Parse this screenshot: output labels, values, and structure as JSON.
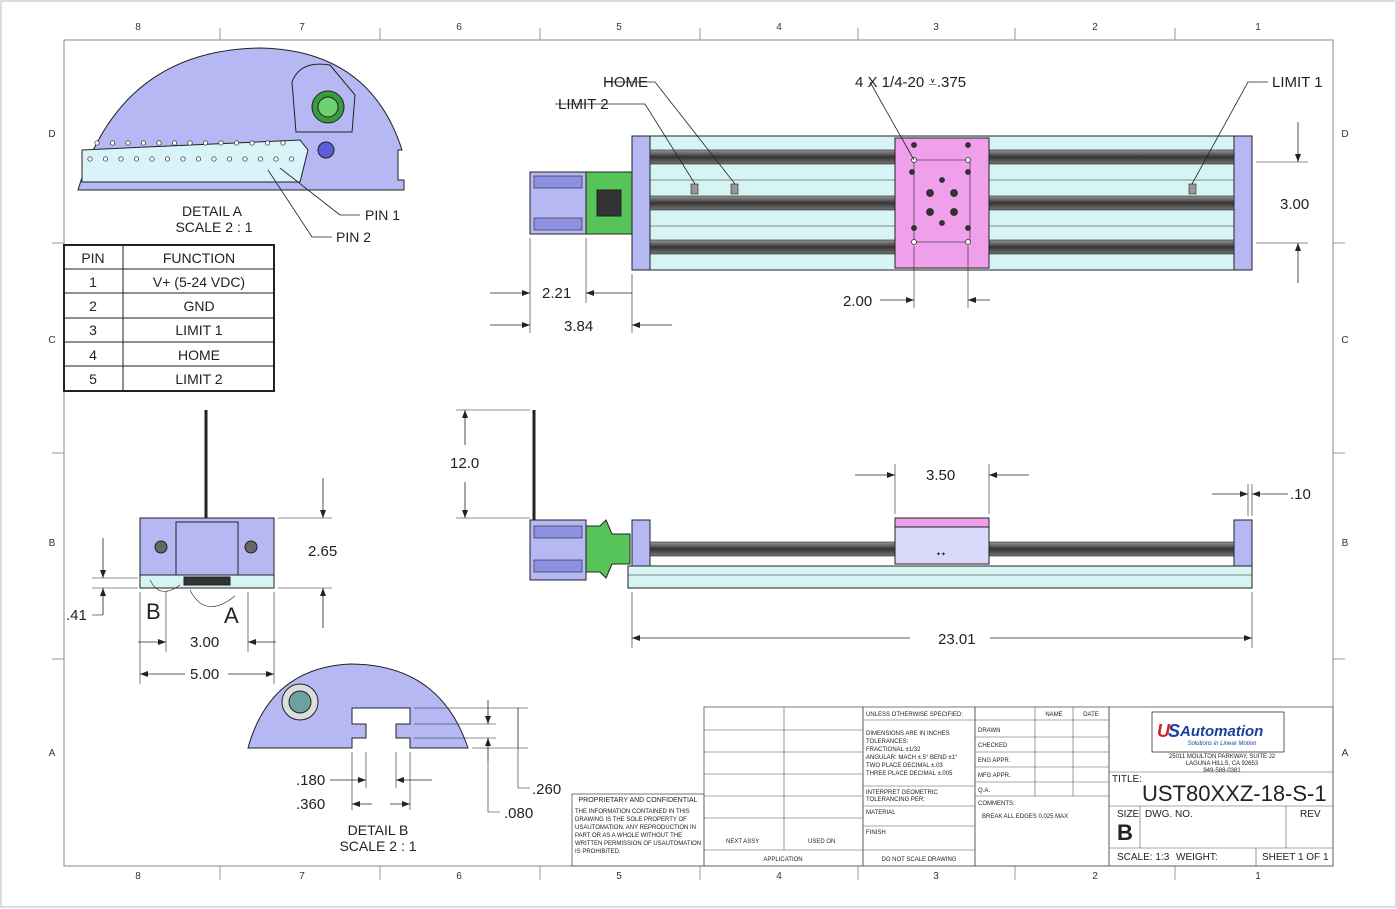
{
  "border": {
    "top_zones": [
      "8",
      "7",
      "6",
      "5",
      "4",
      "3",
      "2",
      "1"
    ],
    "bottom_zones": [
      "8",
      "7",
      "6",
      "5",
      "4",
      "3",
      "2",
      "1"
    ],
    "side_zones": [
      "D",
      "C",
      "B",
      "A"
    ]
  },
  "detail_a": {
    "title": "DETAIL A",
    "scale": "SCALE 2 : 1",
    "pin1": "PIN 1",
    "pin2": "PIN 2"
  },
  "detail_b": {
    "title": "DETAIL B",
    "scale": "SCALE 2 : 1"
  },
  "pin_table": {
    "headers": [
      "PIN",
      "FUNCTION"
    ],
    "rows": [
      [
        "1",
        "V+ (5-24 VDC)"
      ],
      [
        "2",
        "GND"
      ],
      [
        "3",
        "LIMIT 1"
      ],
      [
        "4",
        "HOME"
      ],
      [
        "5",
        "LIMIT 2"
      ]
    ]
  },
  "top_view": {
    "home": "HOME",
    "limit2": "LIMIT 2",
    "limit1": "LIMIT 1",
    "hole_callout": "4 X 1/4-20 ⩡.375",
    "dim_300": "3.00",
    "dim_221": "2.21",
    "dim_384": "3.84",
    "dim_200": "2.00"
  },
  "side_view": {
    "dim_120": "12.0",
    "dim_350": "3.50",
    "dim_010": ".10",
    "dim_2301": "23.01"
  },
  "end_view": {
    "dim_265": "2.65",
    "dim_041": ".41",
    "dim_300": "3.00",
    "dim_500": "5.00",
    "label_b": "B",
    "label_a": "A"
  },
  "detail_b_dims": {
    "d180": ".180",
    "d360": ".360",
    "d260": ".260",
    "d080": ".080"
  },
  "title_block": {
    "unless": "UNLESS OTHERWISE SPECIFIED:",
    "name": "NAME",
    "date": "DATE",
    "dims_in": "DIMENSIONS ARE IN INCHES",
    "tolerances": "TOLERANCES:",
    "fractional": "FRACTIONAL ±1/32",
    "angular": "ANGULAR: MACH ±.5° BEND ±1°",
    "two_place": "TWO PLACE DECIMAL ±.03",
    "three_place": "THREE PLACE DECIMAL ±.005",
    "interpret": "INTERPRET GEOMETRIC",
    "tolerancing": "TOLERANCING PER:",
    "material": "MATERIAL",
    "finish": "FINISH",
    "do_not_scale": "DO NOT SCALE DRAWING",
    "next_assy": "NEXT ASSY",
    "used_on": "USED ON",
    "application": "APPLICATION",
    "drawn": "DRAWN",
    "checked": "CHECKED",
    "eng_appr": "ENG APPR.",
    "mfg_appr": "MFG APPR.",
    "qa": "Q.A.",
    "comments": "COMMENTS:",
    "comment_text": "BREAK ALL EDGES 0.025 MAX",
    "prop_title": "PROPRIETARY AND CONFIDENTIAL",
    "prop_lines": [
      "THE INFORMATION CONTAINED IN THIS",
      "DRAWING IS THE SOLE PROPERTY OF",
      "USAUTOMATION. ANY REPRODUCTION IN",
      "PART OR AS A WHOLE WITHOUT THE",
      "WRITTEN PERMISSION OF USAUTOMATION",
      "IS PROHIBITED."
    ],
    "logo_u": "U",
    "logo_s": "S",
    "logo_name": "Automation",
    "logo_tagline": "Solutions in Linear Motion",
    "address1": "25011 MOULTON PARKWAY, SUITE J2",
    "address2": "LAGUNA HILLS, CA 92653",
    "phone": "949-588-0381",
    "title_label": "TITLE:",
    "title": "UST80XXZ-18-S-1",
    "size_label": "SIZE",
    "size": "B",
    "dwg_no": "DWG. NO.",
    "rev": "REV",
    "scale": "SCALE: 1:3",
    "weight": "WEIGHT:",
    "sheet": "SHEET 1 OF 1"
  }
}
